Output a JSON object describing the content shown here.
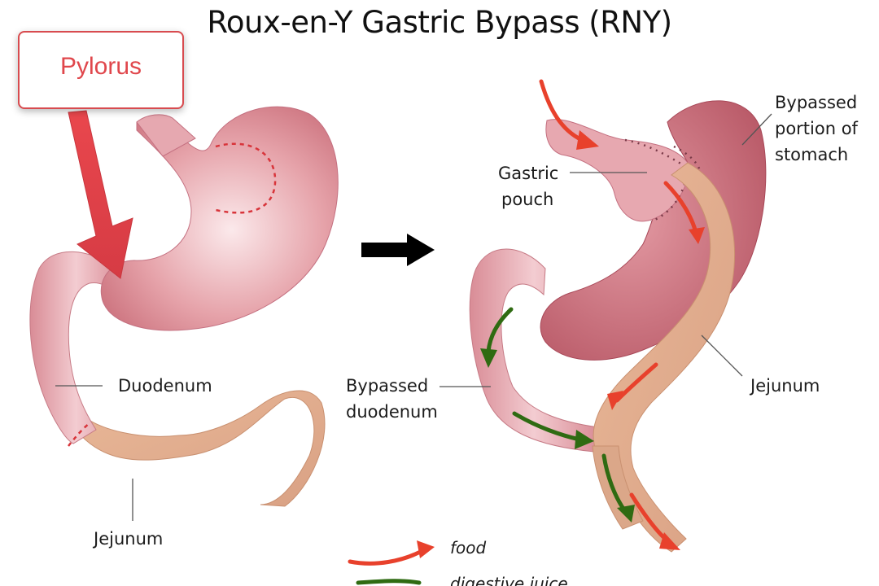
{
  "title": "Roux-en-Y Gastric Bypass (RNY)",
  "callout": {
    "text": "Pylorus"
  },
  "labels": {
    "duodenum": "Duodenum",
    "jejunum_left": "Jejunum",
    "gastric_pouch_line1": "Gastric",
    "gastric_pouch_line2": "pouch",
    "bypassed_stomach_line1": "Bypassed",
    "bypassed_stomach_line2": "portion of",
    "bypassed_stomach_line3": "stomach",
    "bypassed_duodenum_line1": "Bypassed",
    "bypassed_duodenum_line2": "duodenum",
    "jejunum_right": "Jejunum"
  },
  "legend": {
    "food": "food",
    "digestive_juice": "digestive juice"
  },
  "colors": {
    "stomach": "#d9868f",
    "stomach_light": "#f7dde0",
    "jejunum": "#e8b796",
    "food_arrow": "#e8412c",
    "juice_arrow": "#2f6b12",
    "callout_red": "#e0474c"
  }
}
